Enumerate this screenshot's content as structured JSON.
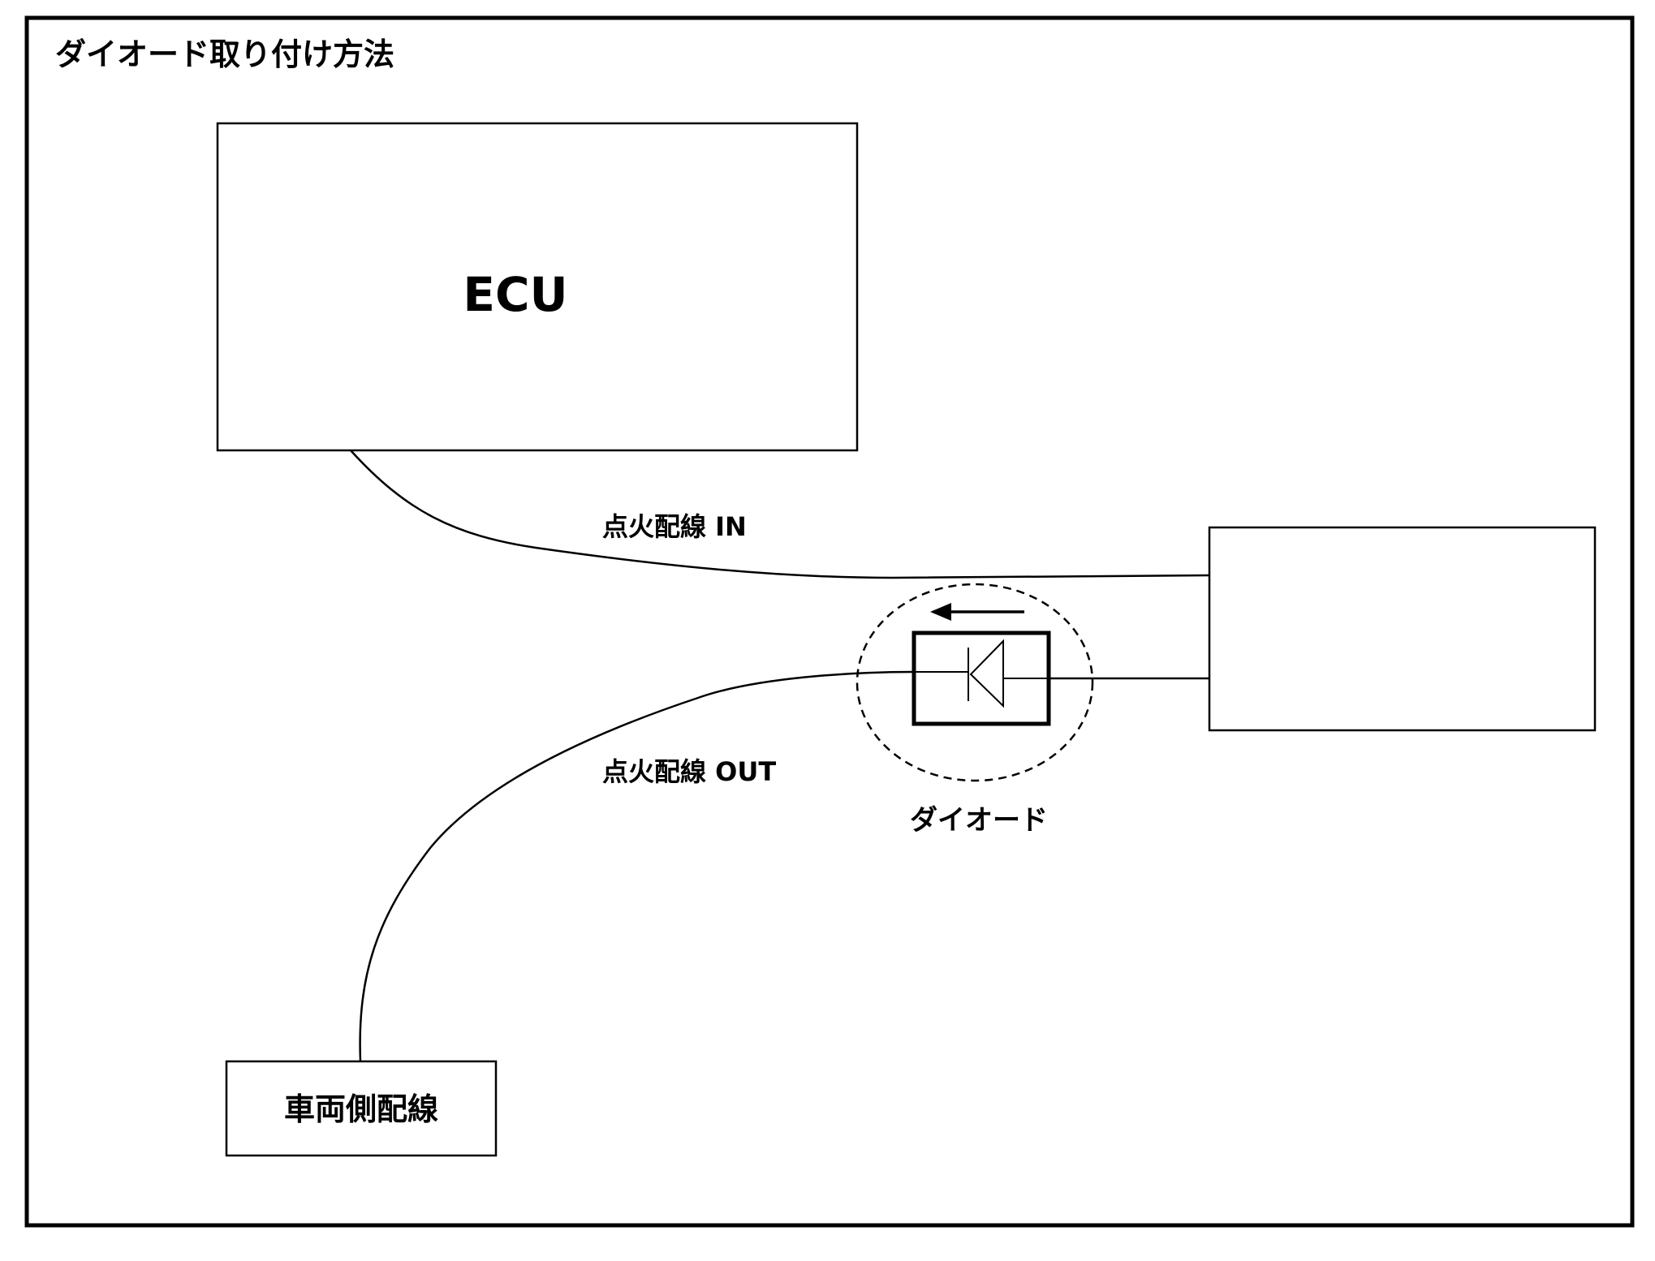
{
  "title": "ダイオード取り付け方法",
  "ecu": {
    "label": "ECU"
  },
  "wire_in": {
    "label": "点火配線 IN"
  },
  "wire_out": {
    "label": "点火配線 OUT"
  },
  "diode": {
    "label": "ダイオード"
  },
  "vehicle_harness": {
    "label": "車両側配線"
  },
  "colors": {
    "line": "#000000",
    "background": "#ffffff"
  }
}
